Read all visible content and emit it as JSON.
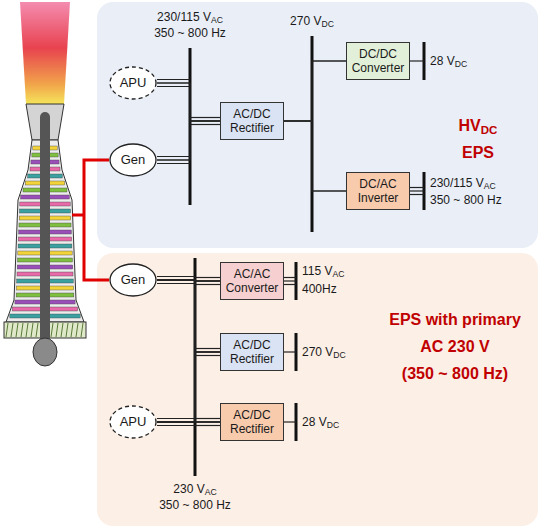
{
  "diagram": {
    "nodes": [
      {
        "text": [
          "HVDC EPS"
        ]
      },
      {
        "text": [
          "APU"
        ],
        "in": 0
      },
      {
        "text": [
          "Gen"
        ],
        "in": 0
      },
      {
        "text": [
          "AC/DC Rectifier"
        ],
        "in": 0
      },
      {
        "text": [
          "DC/DC Converter"
        ],
        "in": 0
      },
      {
        "text": [
          "DC/AC Inverter"
        ],
        "in": 0
      },
      {
        "text": [
          "EPS with primary AC 230 V (350 ~ 800 Hz)"
        ]
      },
      {
        "text": [
          "Gen"
        ],
        "in": 6
      },
      {
        "text": [
          "AC/AC Converter"
        ],
        "in": 6
      },
      {
        "text": [
          "AC/DC Rectifier"
        ],
        "in": 6
      },
      {
        "text": [
          "AC/DC Rectifier"
        ],
        "in": 6
      },
      {
        "text": [
          "APU"
        ],
        "in": 6
      }
    ],
    "edges": [
      {
        "from": 1,
        "to": 3,
        "arrow": "none"
      },
      {
        "from": 2,
        "to": 3,
        "arrow": "none"
      },
      {
        "from": 3,
        "to": 4,
        "arrow": "none"
      },
      {
        "from": 3,
        "to": 5,
        "arrow": "none"
      },
      {
        "from": 7,
        "to": 8,
        "arrow": "none"
      },
      {
        "from": 7,
        "to": 9,
        "arrow": "none"
      },
      {
        "from": 7,
        "to": 10,
        "arrow": "none"
      },
      {
        "from": 11,
        "to": 8,
        "arrow": "none"
      },
      {
        "from": 11,
        "to": 9,
        "arrow": "none"
      },
      {
        "from": 11,
        "to": 10,
        "arrow": "none"
      }
    ],
    "labels": [
      "230/115 VAC",
      "350 ~ 800 Hz",
      "270 VDC",
      "28 VDC",
      "230/115 VAC",
      "350 ~ 800 Hz",
      "115 VAC",
      "400Hz",
      "270 VDC",
      "28 VDC",
      "230 VAC",
      "350 ~ 800 Hz"
    ]
  }
}
